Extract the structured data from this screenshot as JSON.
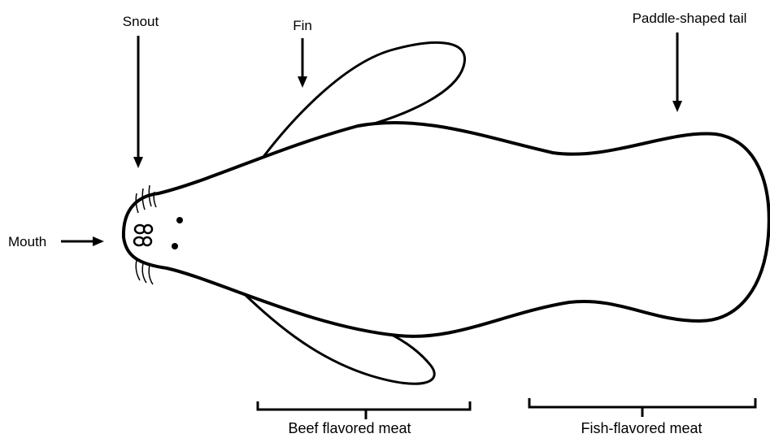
{
  "labels": {
    "snout": "Snout",
    "fin": "Fin",
    "tail": "Paddle-shaped tail",
    "mouth": "Mouth",
    "beef": "Beef flavored meat",
    "fish": "Fish-flavored meat"
  }
}
